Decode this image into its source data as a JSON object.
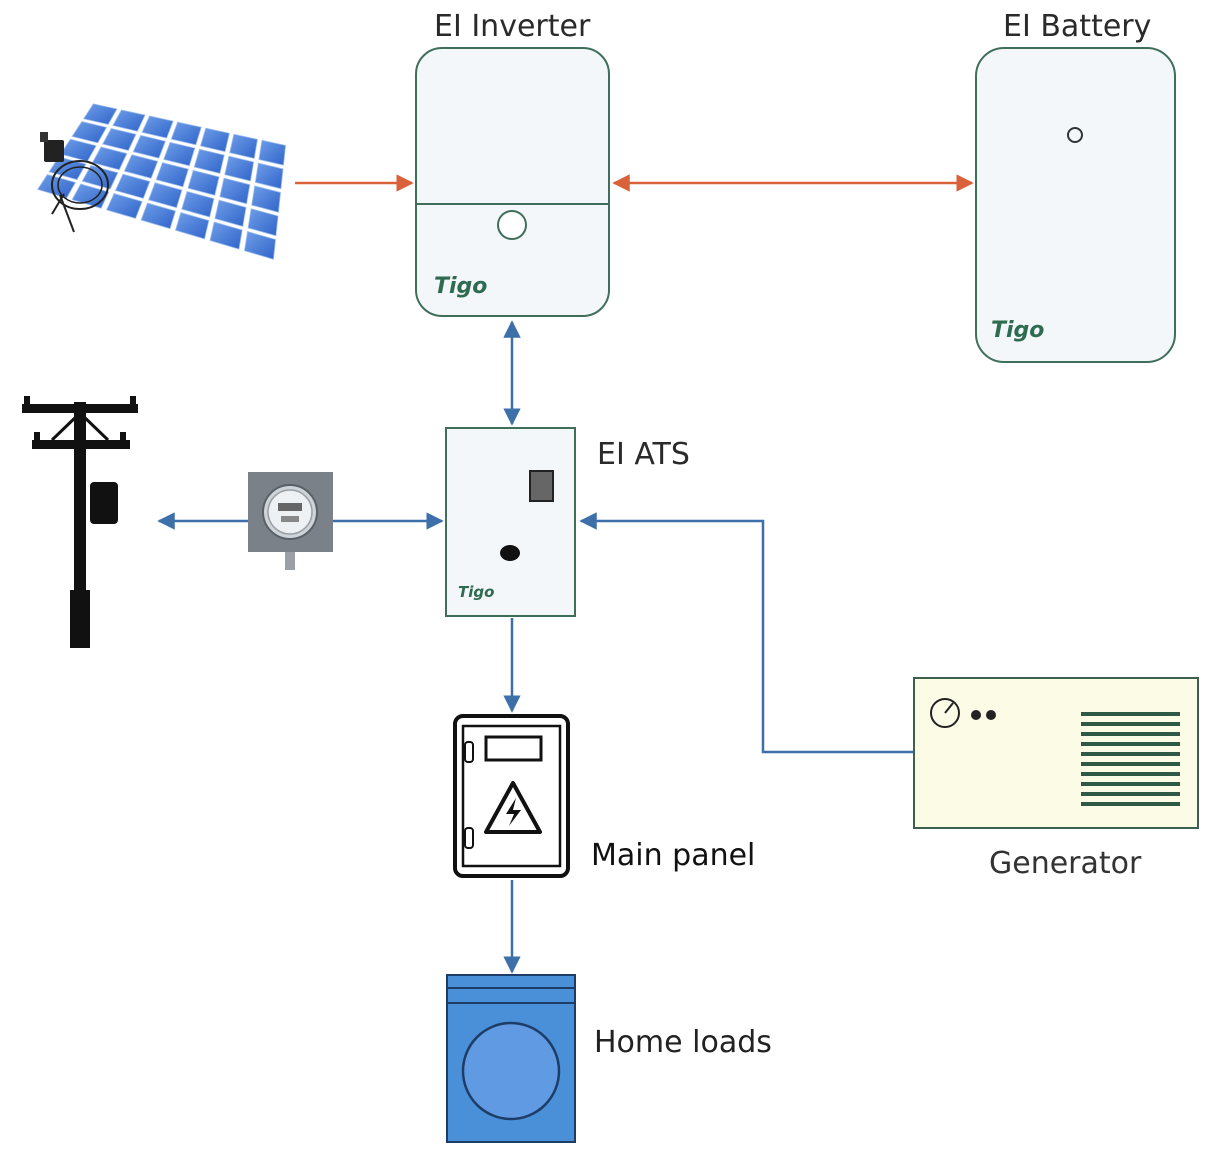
{
  "labels": {
    "inverter": "EI Inverter",
    "battery": "EI Battery",
    "ats": "EI ATS",
    "main_panel": "Main panel",
    "generator": "Generator",
    "home_loads": "Home loads"
  },
  "brand": {
    "name": "Tigo"
  },
  "colors": {
    "dc_arrow": "#d9623b",
    "ac_arrow": "#3d6fa8",
    "device_fill": "#f4f7fa",
    "device_stroke": "#3f6f5a",
    "generator_fill": "#fbfbe6",
    "generator_stroke": "#3d5f4e",
    "home_loads_fill": "#4a90d9",
    "brand_text": "#2f6b50"
  },
  "icons": {
    "solar": "solar-panel-icon",
    "utility": "utility-pole-icon",
    "meter": "electric-meter-icon",
    "panel": "electrical-panel-icon",
    "loads": "washing-machine-icon",
    "generator": "generator-icon"
  }
}
